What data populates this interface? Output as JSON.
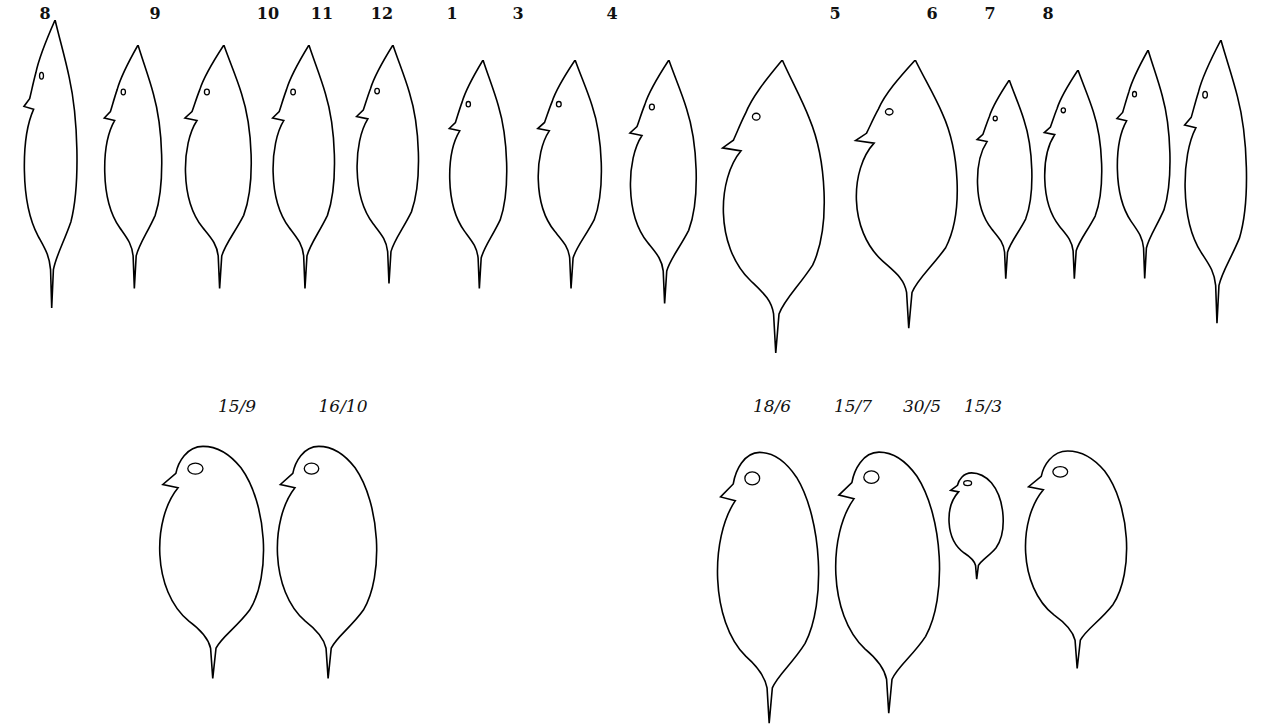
{
  "diagram": {
    "labels": [
      "8",
      "9",
      "10",
      "11",
      "12",
      "1",
      "3",
      "4",
      "5",
      "6",
      "7",
      "8",
      "15/9",
      "16/10",
      "18/6",
      "15/7",
      "30/5",
      "15/3"
    ]
  }
}
